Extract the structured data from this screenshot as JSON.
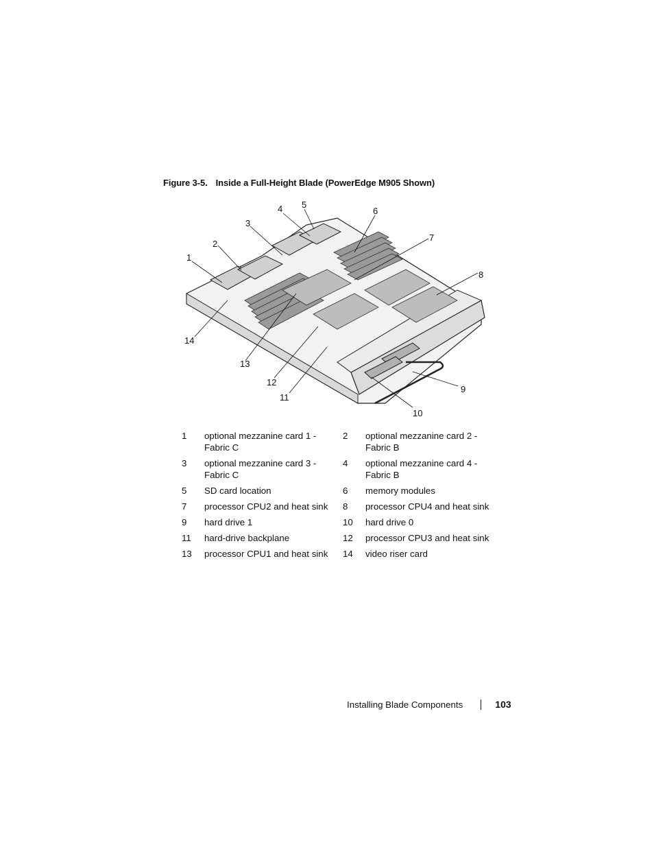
{
  "caption": {
    "label": "Figure 3-5.",
    "title": "Inside a Full-Height Blade (PowerEdge M905 Shown)"
  },
  "figure": {
    "callouts": [
      "1",
      "2",
      "3",
      "4",
      "5",
      "6",
      "7",
      "8",
      "9",
      "10",
      "11",
      "12",
      "13",
      "14"
    ]
  },
  "legend": {
    "rows": [
      [
        {
          "num": "1",
          "text": "optional mezzanine card 1 - Fabric C"
        },
        {
          "num": "2",
          "text": "optional mezzanine card 2 - Fabric B"
        }
      ],
      [
        {
          "num": "3",
          "text": "optional mezzanine card 3 - Fabric C"
        },
        {
          "num": "4",
          "text": "optional mezzanine card 4 - Fabric B"
        }
      ],
      [
        {
          "num": "5",
          "text": "SD card location"
        },
        {
          "num": "6",
          "text": "memory modules"
        }
      ],
      [
        {
          "num": "7",
          "text": "processor CPU2 and heat sink"
        },
        {
          "num": "8",
          "text": "processor CPU4 and heat sink"
        }
      ],
      [
        {
          "num": "9",
          "text": "hard drive 1"
        },
        {
          "num": "10",
          "text": "hard drive 0"
        }
      ],
      [
        {
          "num": "11",
          "text": "hard-drive backplane"
        },
        {
          "num": "12",
          "text": "processor CPU3 and heat sink"
        }
      ],
      [
        {
          "num": "13",
          "text": "processor CPU1 and heat sink"
        },
        {
          "num": "14",
          "text": "video riser card"
        }
      ]
    ]
  },
  "footer": {
    "section": "Installing Blade Components",
    "page": "103"
  }
}
